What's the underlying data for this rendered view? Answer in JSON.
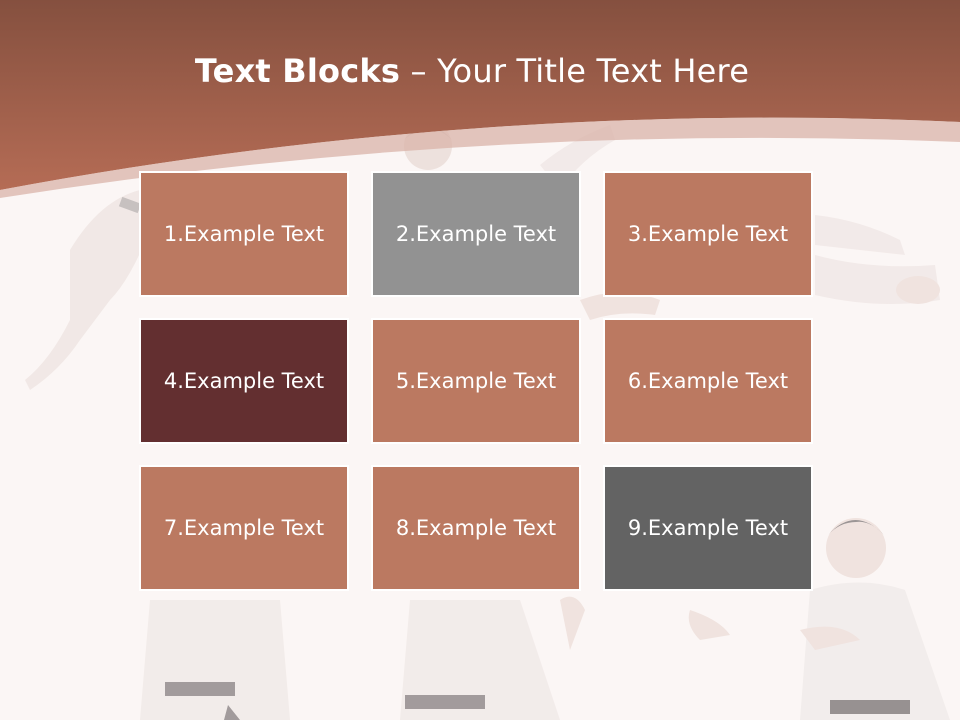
{
  "slide": {
    "title_bold": "Text Blocks",
    "title_dash": " – ",
    "title_rest": "Your Title Text Here"
  },
  "colors": {
    "header_top": "#85503f",
    "header_bottom": "#b56c55",
    "block_default": "#bb7961",
    "block_gray": "#929292",
    "block_dark_red": "#632f30",
    "block_dark_gray": "#636363",
    "background": "#fbf6f5"
  },
  "blocks": [
    {
      "label": "1.Example Text",
      "color": "#bb7961"
    },
    {
      "label": "2.Example Text",
      "color": "#929292"
    },
    {
      "label": "3.Example Text",
      "color": "#bb7961"
    },
    {
      "label": "4.Example Text",
      "color": "#632f30"
    },
    {
      "label": "5.Example Text",
      "color": "#bb7961"
    },
    {
      "label": "6.Example Text",
      "color": "#bb7961"
    },
    {
      "label": "7.Example Text",
      "color": "#bb7961"
    },
    {
      "label": "8.Example Text",
      "color": "#bb7961"
    },
    {
      "label": "9.Example Text",
      "color": "#636363"
    }
  ]
}
